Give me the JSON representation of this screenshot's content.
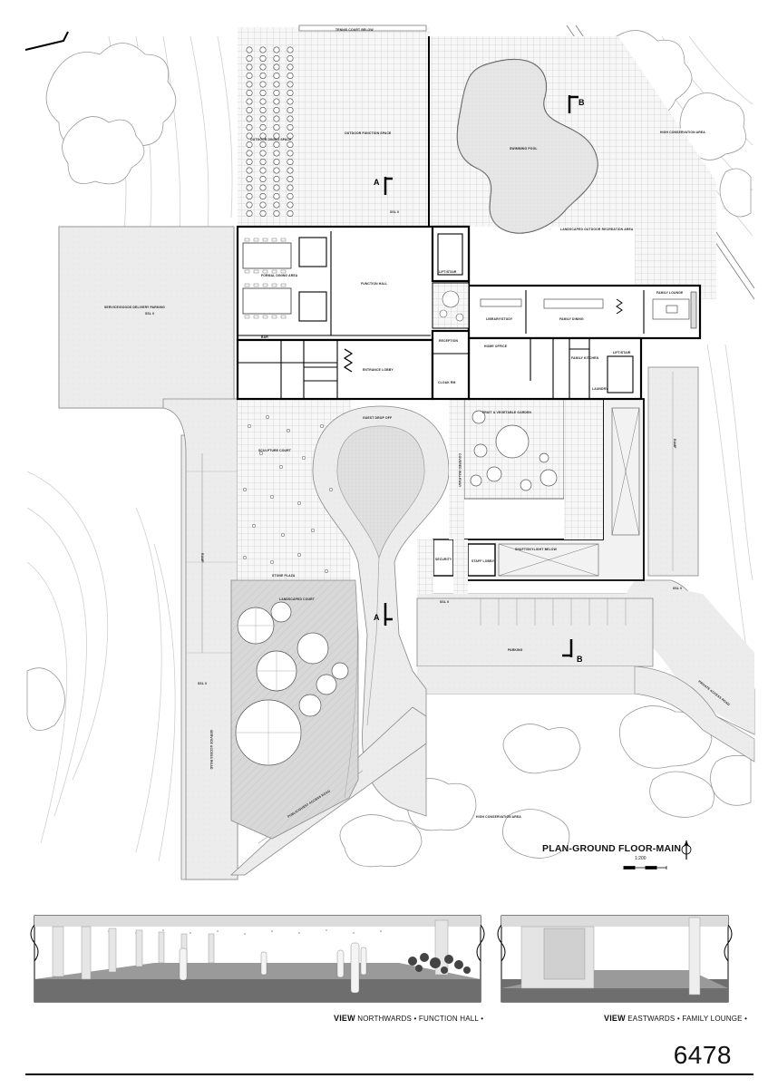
{
  "sheet_number": "6478",
  "plan": {
    "title": "PLAN-GROUND FLOOR-MAIN",
    "scale": "1:200",
    "section_markers": [
      "A",
      "B"
    ],
    "spaces": {
      "tennis_court": "TENNIS COURT BELOW",
      "outdoor_dining": "OUTDOOR DINING SPACE",
      "outdoor_function": "OUTDOOR FUNCTION SPACE",
      "swimming_pool": "SWIMMING POOL",
      "high_conservation": "HIGH CONSERVATION AREA",
      "landscaped_recreation": "LANDSCAPED OUTDOOR RECREATION AREA",
      "service_parking": "SERVICE/GOODS DELIVERY PARKING",
      "formal_dining": "FORMAL DINING AREA",
      "function_hall": "FUNCTION HALL",
      "lift_stair": "LIFT/STAIR",
      "library": "LIBRARY/STUDY",
      "family_dining": "FAMILY DINING",
      "family_lounge": "FAMILY LOUNGE",
      "bar": "BAR",
      "entrance_lobby": "ENTRANCE LOBBY",
      "reception": "RECEPTION",
      "home_office": "HOME OFFICE",
      "cloak_rm": "CLOAK RM",
      "family_kitchen": "FAMILY KITCHEN",
      "laundry": "LAUNDRY",
      "sculpture_court": "SCULPTURE COURT",
      "guest_drop_off": "GUEST DROP OFF",
      "fruit_garden": "FRUIT & VEGETABLE GARDEN",
      "covered_walkway": "COVERED WALKWAY",
      "shaft_below": "SHAFT/SKYLIGHT BELOW",
      "security": "SECURITY",
      "staff_lobby": "STAFF LOBBY",
      "ramp": "RAMP",
      "parking": "PARKING",
      "private_access_road": "PRIVATE ACCESS ROAD",
      "service_access_road": "SERVICE ACCESS ROAD",
      "public_guest_access_road": "PUBLIC/GUEST ACCESS ROAD",
      "landscaped_court": "LANDSCAPED COURT",
      "stone_plaza": "STONE PLAZA",
      "high_conservation_2": "HIGH CONSERVATION AREA"
    },
    "level": "SSL 0"
  },
  "views": [
    {
      "prefix": "VIEW",
      "text": "NORTHWARDS",
      "room": "FUNCTION HALL",
      "bullet": "•"
    },
    {
      "prefix": "VIEW",
      "text": "EASTWARDS",
      "room": "FAMILY LOUNGE",
      "bullet": "•"
    }
  ]
}
